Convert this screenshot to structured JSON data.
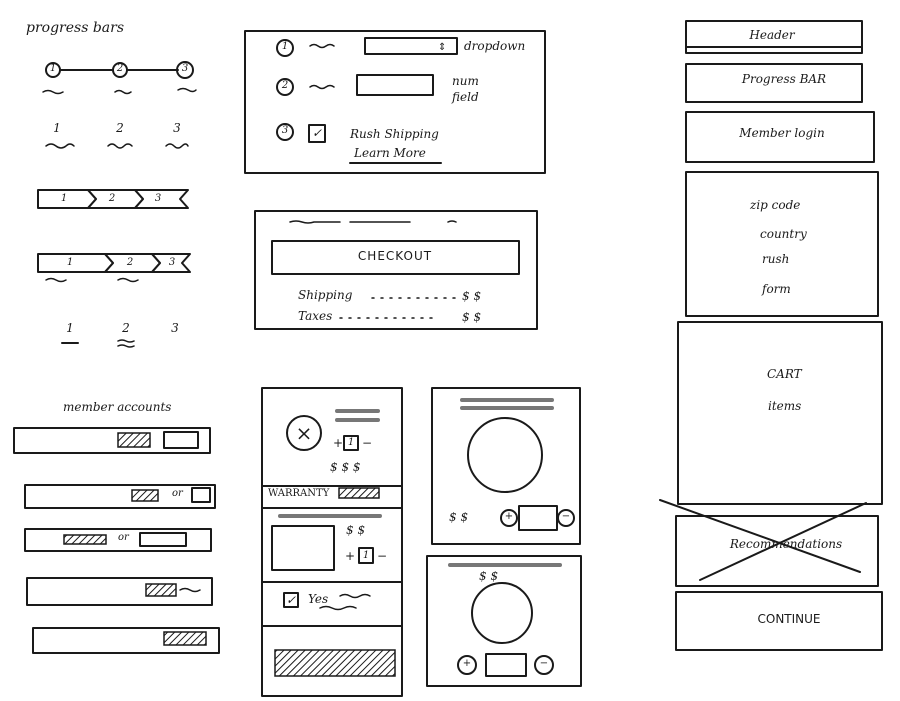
{
  "progress_bars": {
    "title": "progress bars",
    "v1_steps": [
      "1",
      "2",
      "3"
    ],
    "v2_steps": [
      "1",
      "2",
      "3"
    ],
    "v3_steps": [
      "1",
      "2",
      "3"
    ],
    "v4_steps": [
      "1",
      "2",
      "3"
    ],
    "v5_steps": [
      "1",
      "2",
      "3"
    ]
  },
  "member_accounts": {
    "title": "member accounts",
    "or_label": "or"
  },
  "form_card": {
    "num1": "1",
    "dropdown_label": "dropdown",
    "num2": "2",
    "num_field_label_1": "num",
    "num_field_label_2": "field",
    "num3": "3",
    "checkbox_mark": "✓",
    "rush_label": "Rush Shipping",
    "learn_more": "Learn More"
  },
  "checkout_card": {
    "button_label": "CHECKOUT",
    "shipping_label": "Shipping",
    "shipping_value": "$ $",
    "taxes_label": "Taxes",
    "taxes_value": "$ $"
  },
  "cart_item_card": {
    "close_mark": "×",
    "plus": "+",
    "qty1": "1",
    "minus": "−",
    "prices": "$ $ $",
    "warranty_label": "WARRANTY",
    "price_pair": "$ $",
    "plus2": "+",
    "qty2": "1",
    "minus2": "−",
    "check_mark": "✓",
    "yes_label": "Yes"
  },
  "product_card_1": {
    "prices": "$ $",
    "plus": "+",
    "minus": "−"
  },
  "product_card_2": {
    "prices": "$ $",
    "plus": "+",
    "minus": "−"
  },
  "page_layout": {
    "header": "Header",
    "progress_bar": "Progress BAR",
    "member_login": "Member login",
    "form_lines": [
      "zip code",
      "country",
      "rush",
      "form"
    ],
    "cart_lines": [
      "CART",
      "items"
    ],
    "recommendations": "Recommendations",
    "continue": "CONTINUE"
  }
}
